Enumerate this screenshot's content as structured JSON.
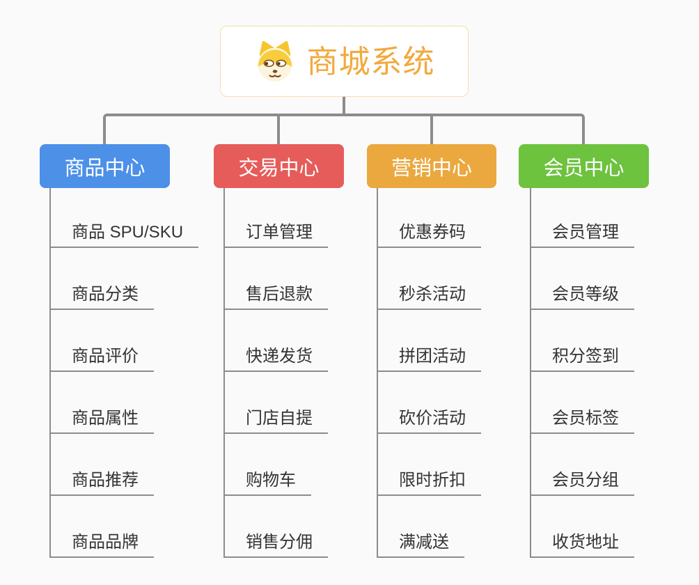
{
  "root": {
    "title": "商城系统",
    "icon": "doge-icon",
    "title_color": "#f2a93d",
    "border_color": "#f3b65c"
  },
  "branches": [
    {
      "label": "商品中心",
      "color": "#4c90e8",
      "items": [
        "商品 SPU/SKU",
        "商品分类",
        "商品评价",
        "商品属性",
        "商品推荐",
        "商品品牌"
      ]
    },
    {
      "label": "交易中心",
      "color": "#e65c5a",
      "items": [
        "订单管理",
        "售后退款",
        "快递发货",
        "门店自提",
        "购物车",
        "销售分佣"
      ]
    },
    {
      "label": "营销中心",
      "color": "#eaa83e",
      "items": [
        "优惠券码",
        "秒杀活动",
        "拼团活动",
        "砍价活动",
        "限时折扣",
        "满减送"
      ]
    },
    {
      "label": "会员中心",
      "color": "#6dc23e",
      "items": [
        "会员管理",
        "会员等级",
        "积分签到",
        "会员标签",
        "会员分组",
        "收货地址"
      ]
    }
  ],
  "colors": {
    "connector": "#8c8c8c",
    "item_text": "#333333",
    "background": "#fafafa"
  }
}
